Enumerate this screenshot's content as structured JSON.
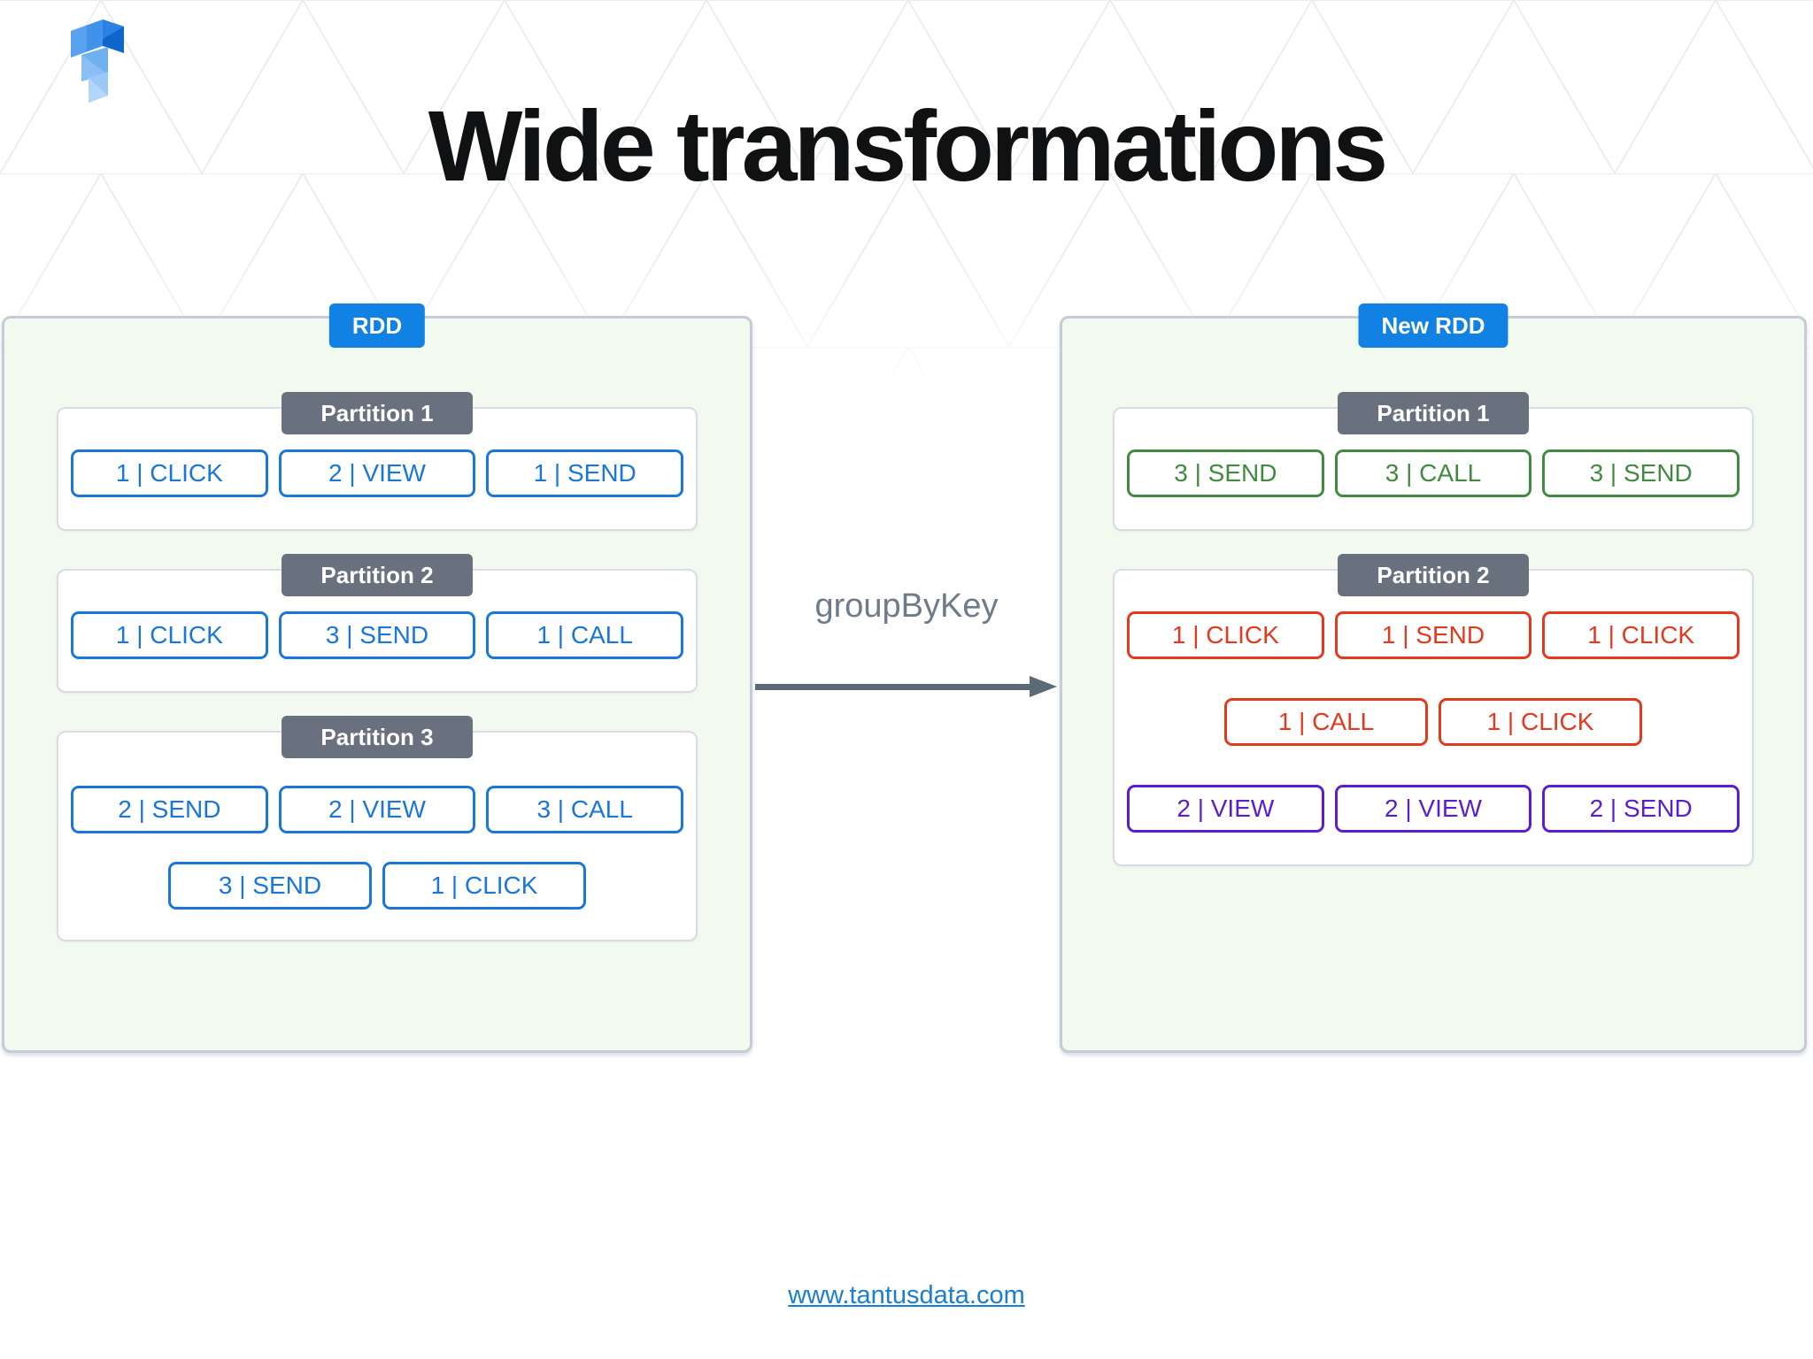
{
  "title": "Wide transformations",
  "icons": {
    "logo": "tantusdata-logo",
    "arrow": "arrow-right-icon"
  },
  "transform": {
    "label": "groupByKey"
  },
  "footer": {
    "link": "www.tantusdata.com"
  },
  "colors": {
    "accent_blue": "#1181e4",
    "item_blue": "#1877d8",
    "item_green": "#418a41",
    "item_red": "#e5391f",
    "item_purple": "#5a1ed2",
    "badge_gray": "#68717d",
    "panel_bg": "#f2f9ef",
    "arrow_gray": "#5b6a76"
  },
  "panels": [
    {
      "side": "left",
      "label": "RDD",
      "partitions": [
        {
          "label": "Partition 1",
          "rows": [
            [
              {
                "text": "1 | CLICK",
                "color": "item_blue"
              },
              {
                "text": "2 | VIEW",
                "color": "item_blue"
              },
              {
                "text": "1 | SEND",
                "color": "item_blue"
              }
            ]
          ]
        },
        {
          "label": "Partition 2",
          "rows": [
            [
              {
                "text": "1 | CLICK",
                "color": "item_blue"
              },
              {
                "text": "3 | SEND",
                "color": "item_blue"
              },
              {
                "text": "1 | CALL",
                "color": "item_blue"
              }
            ]
          ]
        },
        {
          "label": "Partition 3",
          "rows": [
            [
              {
                "text": "2 | SEND",
                "color": "item_blue"
              },
              {
                "text": "2 | VIEW",
                "color": "item_blue"
              },
              {
                "text": "3 | CALL",
                "color": "item_blue"
              }
            ],
            [
              {
                "text": "3 | SEND",
                "color": "item_blue"
              },
              {
                "text": "1 | CLICK",
                "color": "item_blue"
              }
            ]
          ]
        }
      ]
    },
    {
      "side": "right",
      "label": "New RDD",
      "partitions": [
        {
          "label": "Partition 1",
          "rows": [
            [
              {
                "text": "3 | SEND",
                "color": "item_green"
              },
              {
                "text": "3 | CALL",
                "color": "item_green"
              },
              {
                "text": "3 | SEND",
                "color": "item_green"
              }
            ]
          ]
        },
        {
          "label": "Partition 2",
          "rows": [
            [
              {
                "text": "1 | CLICK",
                "color": "item_red"
              },
              {
                "text": "1 | SEND",
                "color": "item_red"
              },
              {
                "text": "1 | CLICK",
                "color": "item_red"
              }
            ],
            [
              {
                "text": "1 | CALL",
                "color": "item_red"
              },
              {
                "text": "1 | CLICK",
                "color": "item_red"
              }
            ],
            [
              {
                "text": "2 | VIEW",
                "color": "item_purple"
              },
              {
                "text": "2 | VIEW",
                "color": "item_purple"
              },
              {
                "text": "2 | SEND",
                "color": "item_purple"
              }
            ]
          ]
        }
      ]
    }
  ]
}
